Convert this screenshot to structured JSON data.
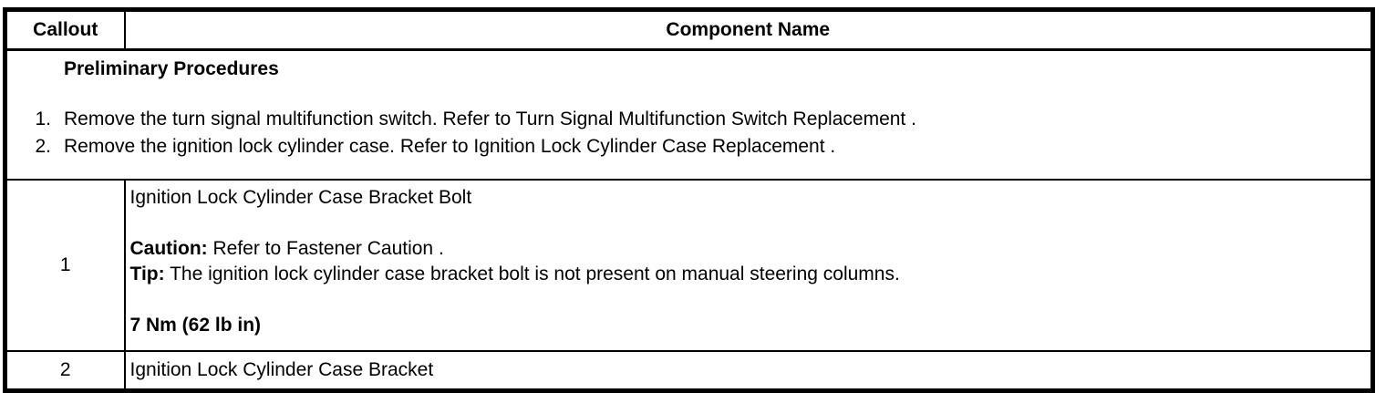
{
  "colors": {
    "background": "#ffffff",
    "border": "#000000",
    "text": "#000000"
  },
  "table": {
    "header": {
      "callout": "Callout",
      "component_name": "Component Name"
    },
    "preliminary": {
      "title": "Preliminary Procedures",
      "steps": [
        {
          "num": "1.",
          "text": "Remove the turn signal multifunction switch. Refer to Turn Signal Multifunction Switch Replacement ."
        },
        {
          "num": "2.",
          "text": "Remove the ignition lock cylinder case. Refer to Ignition Lock Cylinder Case Replacement ."
        }
      ]
    },
    "rows": [
      {
        "callout": "1",
        "name": "Ignition Lock Cylinder Case Bracket Bolt",
        "caution_label": "Caution:",
        "caution_text": " Refer to Fastener Caution .",
        "tip_label": "Tip:",
        "tip_text": " The ignition lock cylinder case bracket bolt is not present on manual steering columns.",
        "torque": "7 Nm (62 lb in)"
      },
      {
        "callout": "2",
        "name": "Ignition Lock Cylinder Case Bracket"
      }
    ]
  }
}
